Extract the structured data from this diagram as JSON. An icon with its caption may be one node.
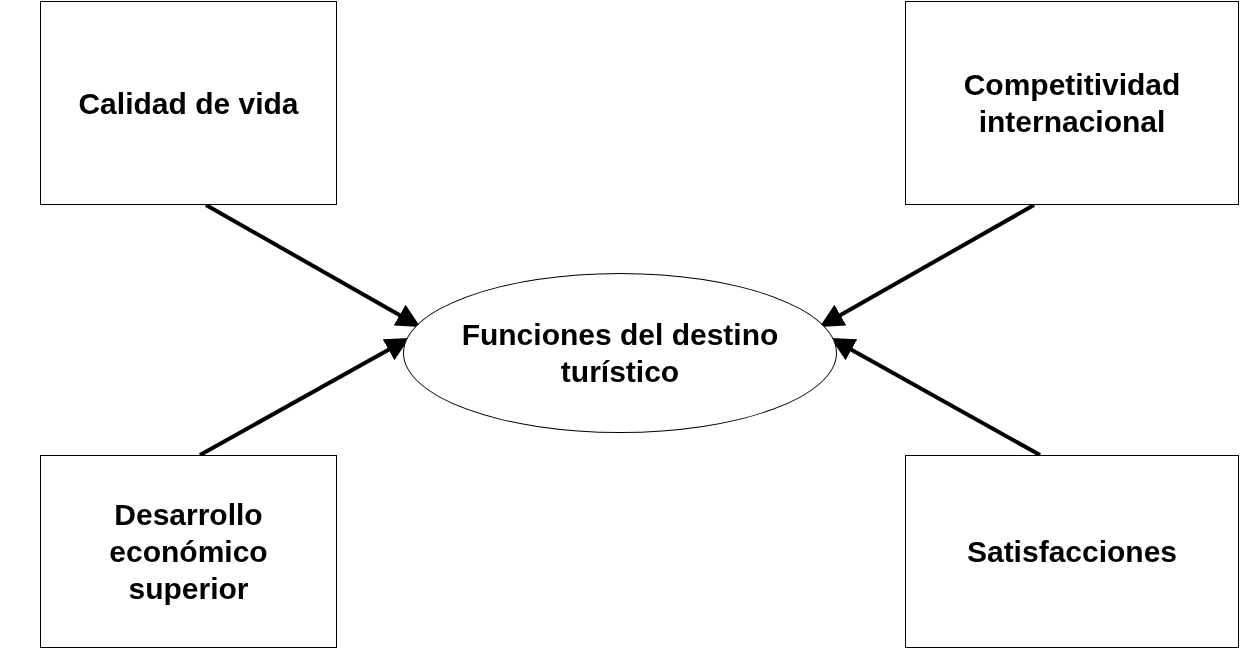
{
  "diagram": {
    "nodes": [
      {
        "text": [
          "Calidad de vida"
        ]
      },
      {
        "text": [
          "Competitividad internacional"
        ]
      },
      {
        "text": [
          "Funciones del destino turístico"
        ]
      },
      {
        "text": [
          "Desarrollo económico superior"
        ]
      },
      {
        "text": [
          "Satisfacciones"
        ]
      }
    ],
    "edges": [
      {
        "from": 0,
        "to": 2,
        "arrow": "to"
      },
      {
        "from": 1,
        "to": 2,
        "arrow": "to"
      },
      {
        "from": 3,
        "to": 2,
        "arrow": "to"
      },
      {
        "from": 4,
        "to": 2,
        "arrow": "to"
      }
    ]
  }
}
